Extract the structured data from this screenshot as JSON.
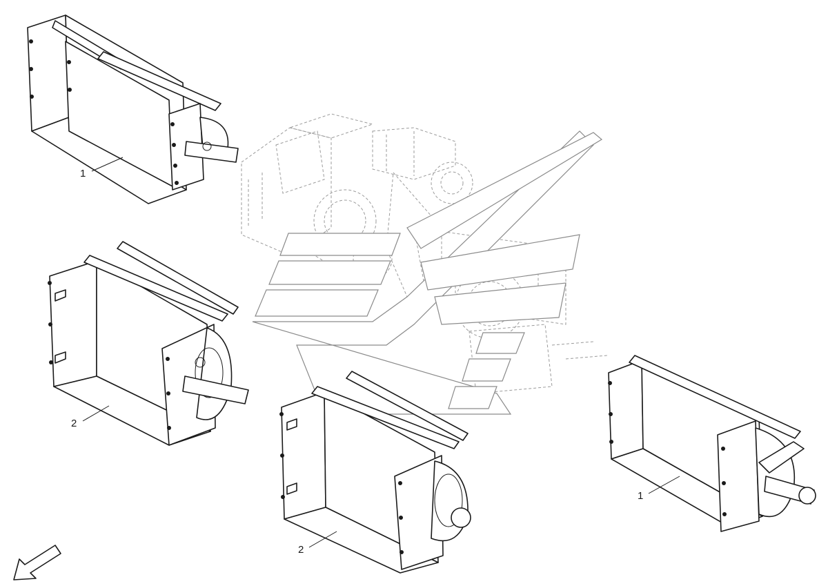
{
  "diagram": {
    "callouts": [
      {
        "id": "callout-1-top-left",
        "label": "1"
      },
      {
        "id": "callout-2-mid-left",
        "label": "2"
      },
      {
        "id": "callout-2-bottom-center",
        "label": "2"
      },
      {
        "id": "callout-1-right",
        "label": "1"
      }
    ],
    "icons": {
      "direction_arrow": "arrow-down-left-icon",
      "watermark": "chevron-watermark-logo"
    },
    "colors": {
      "line": "#1a1a1a",
      "ghost_line": "#9a9a9a",
      "background": "#ffffff"
    }
  }
}
